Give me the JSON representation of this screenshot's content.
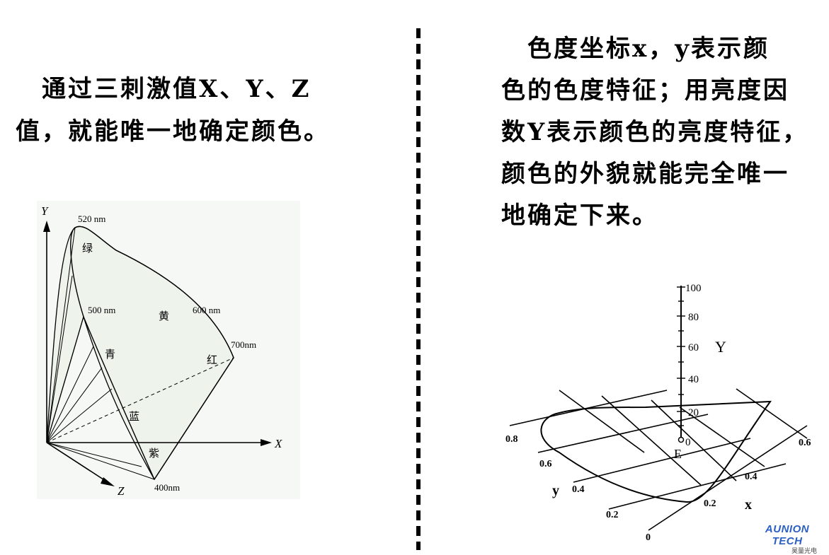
{
  "left_text": {
    "lines": [
      "　通过三刺激值X、Y、Z",
      "值，就能唯一地确定颜色。"
    ]
  },
  "right_text": {
    "lines": [
      "　色度坐标x，y表示颜",
      "色的色度特征；用亮度因",
      "数Y表示颜色的亮度特征，",
      "颜色的外貌就能完全唯一",
      "地确定下来。"
    ]
  },
  "left_diagram": {
    "axis_y": "Y",
    "axis_x": "X",
    "axis_z": "Z",
    "labels": {
      "nm520": "520 nm",
      "nm500": "500 nm",
      "nm600": "600 nm",
      "nm700": "700nm",
      "nm400": "400nm",
      "green": "绿",
      "yellow": "黄",
      "cyan": "青",
      "red": "红",
      "blue": "蓝",
      "purple": "紫"
    }
  },
  "right_diagram": {
    "y_ticks": [
      "100",
      "80",
      "60",
      "40",
      "20",
      "0"
    ],
    "y_label": "Y",
    "e_label": "E",
    "y_axis_ticks": [
      "0.8",
      "0.6",
      "0.4",
      "0.2",
      "0"
    ],
    "y_axis_label": "y",
    "x_axis_ticks": [
      "0.2",
      "0.4",
      "0.6"
    ],
    "x_axis_label": "x"
  },
  "logo": {
    "brand": "AUNION TECH",
    "brand_sub": "昊量光电"
  }
}
